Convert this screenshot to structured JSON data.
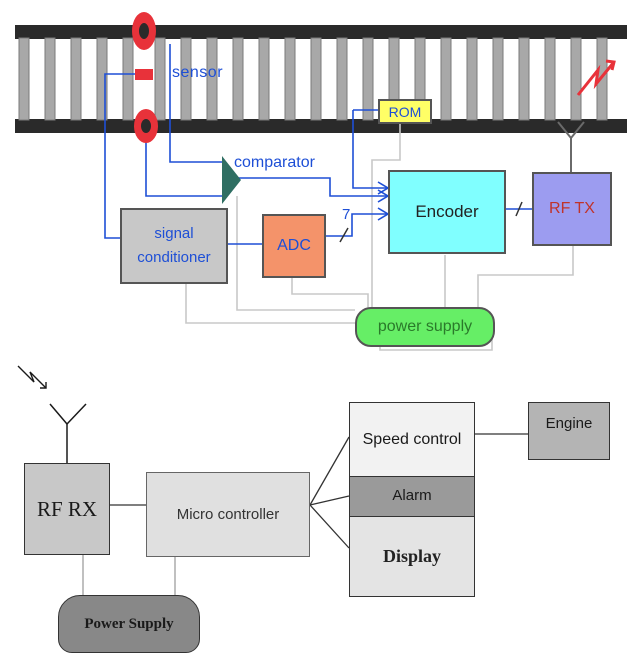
{
  "top_diagram": {
    "sensor": "sensor",
    "rom": "ROM",
    "comparator": "comparator",
    "encoder": "Encoder",
    "rf_tx": "RF TX",
    "signal_conditioner": "signal conditioner",
    "adc": "ADC",
    "bus_width": "7",
    "power_supply": "power supply"
  },
  "bottom_diagram": {
    "rf_rx": "RF RX",
    "micro_controller": "Micro controller",
    "speed_control": "Speed control",
    "alarm": "Alarm",
    "display": "Display",
    "engine": "Engine",
    "power_supply": "Power Supply"
  },
  "colors": {
    "wire": "#1e4fd6",
    "gray_wire": "#c8c8c8",
    "encoder_fill": "#80ffff",
    "rf_tx_fill": "#9c9cf0",
    "adc_fill": "#f4936a",
    "rom_fill": "#ffff66",
    "power_fill": "#66ee66",
    "sensor_red": "#e8323a",
    "comparator_fill": "#2e6e62",
    "box_gray": "#c8c8c8",
    "box_dark": "#9a9a9a",
    "box_light": "#e8e8e8"
  }
}
